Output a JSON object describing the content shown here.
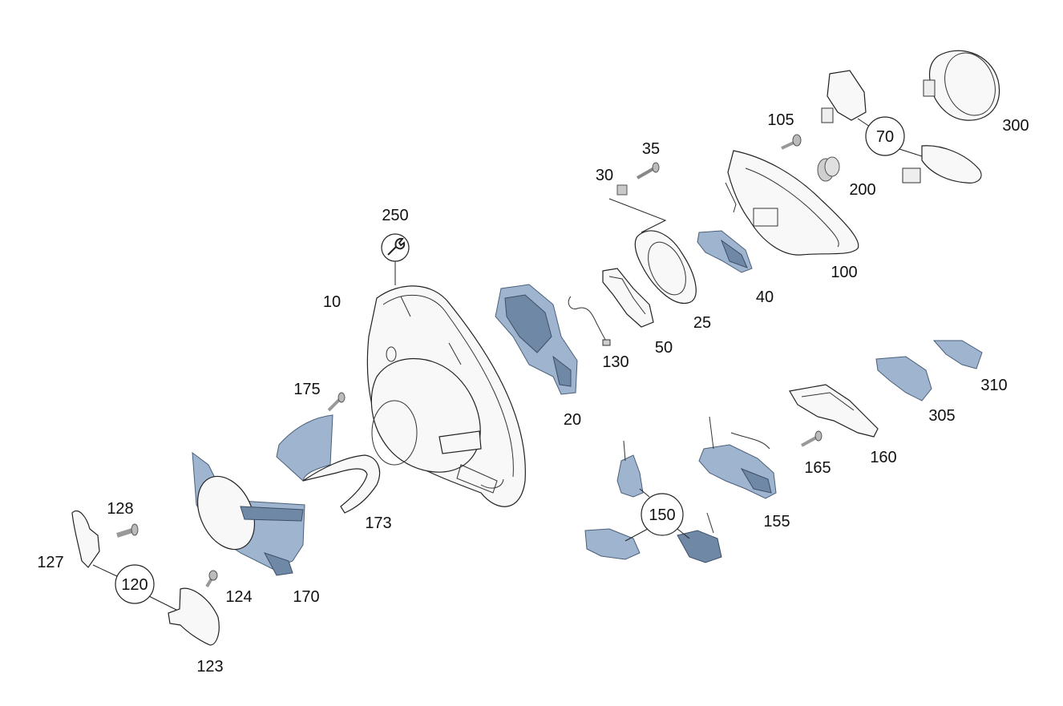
{
  "labels": {
    "p10": "10",
    "p20": "20",
    "p25": "25",
    "p30": "30",
    "p35": "35",
    "p40": "40",
    "p50": "50",
    "p70": "70",
    "p100": "100",
    "p105": "105",
    "p120": "120",
    "p123": "123",
    "p124": "124",
    "p127": "127",
    "p128": "128",
    "p130": "130",
    "p150": "150",
    "p155": "155",
    "p160": "160",
    "p165": "165",
    "p170": "170",
    "p173": "173",
    "p175": "175",
    "p200": "200",
    "p250": "250",
    "p300": "300",
    "p305": "305",
    "p310": "310"
  },
  "icons": {
    "tool": "wrench-icon"
  },
  "colors": {
    "part_fill": "#9fb5cf",
    "part_dark": "#6f88a6",
    "line": "#222222"
  }
}
